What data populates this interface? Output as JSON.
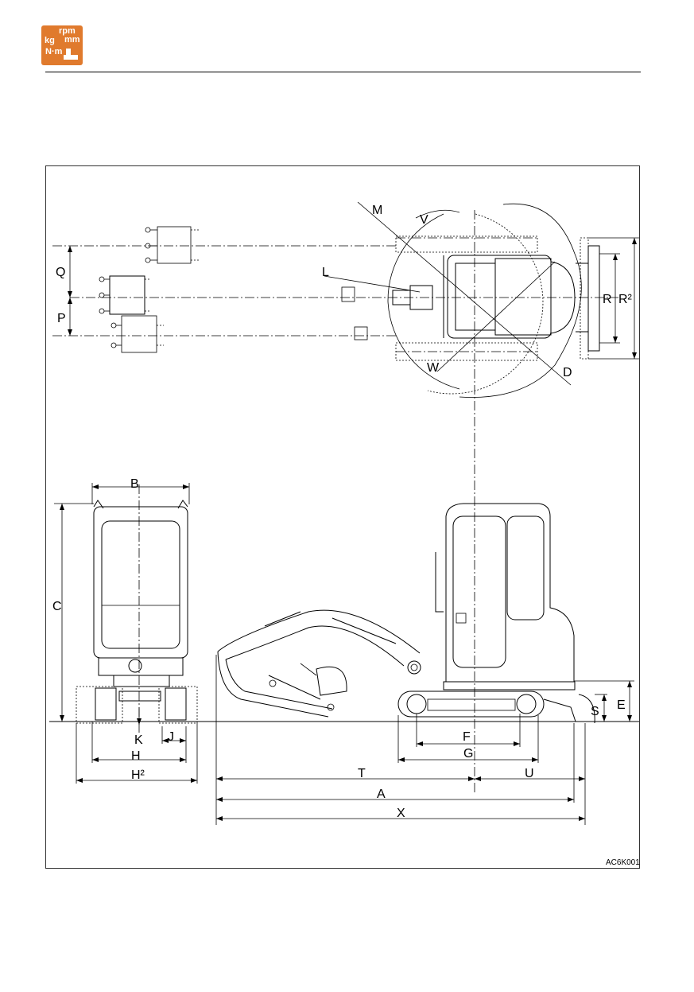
{
  "header": {
    "icon_name": "rpm-kg-mm-nm-icon",
    "icon_text": {
      "rpm": "rpm",
      "kg": "kg",
      "mm": "mm",
      "nm": "N·m"
    },
    "accent_color": "#e07a2d"
  },
  "figure": {
    "id": "AC6K001",
    "labels": {
      "M": "M",
      "V": "V",
      "Q": "Q",
      "L": "L",
      "P": "P",
      "R": "R",
      "R2": "R²",
      "W": "W",
      "D": "D",
      "B": "B",
      "C": "C",
      "E": "E",
      "S": "S",
      "K": "K",
      "J": "J",
      "H": "H",
      "H2": "H²",
      "F": "F",
      "G": "G",
      "T": "T",
      "U": "U",
      "A": "A",
      "X": "X"
    }
  }
}
